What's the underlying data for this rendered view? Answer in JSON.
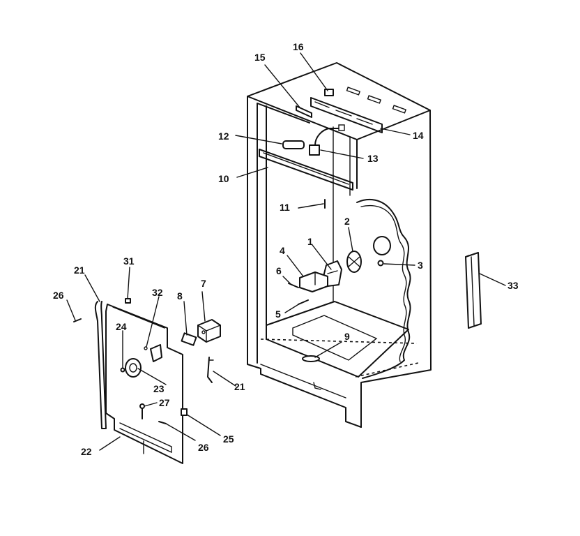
{
  "callouts": [
    "1",
    "2",
    "3",
    "4",
    "5",
    "6",
    "7",
    "8",
    "9",
    "10",
    "11",
    "12",
    "13",
    "14",
    "15",
    "16",
    "21",
    "21",
    "22",
    "23",
    "24",
    "25",
    "26",
    "26",
    "27",
    "31",
    "32",
    "33"
  ]
}
